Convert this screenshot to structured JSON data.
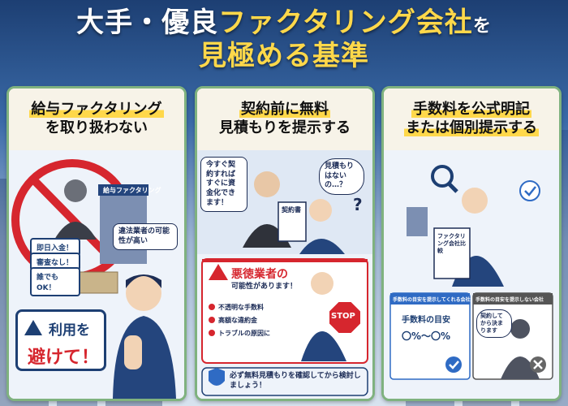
{
  "title": {
    "part1": "大手",
    "sep": "・",
    "part2": "優良",
    "part3": "ファクタリング会社",
    "part4": "を",
    "part5": "見極める基準"
  },
  "panels": [
    {
      "header_line1": "給与ファクタリング",
      "header_line2": "を取り扱わない",
      "building_sign": "給与ファクタリング",
      "illegal_bubble": "違法業者の可能性が高い",
      "checklist": [
        "即日入金！",
        "審査なし！",
        "誰でもOK！"
      ],
      "warning_text_1": "利用を",
      "warning_text_2": "避けて！"
    },
    {
      "header_line1": "契約前に無料",
      "header_line2": "見積もりを提示する",
      "salesman_bubble": "今すぐ契約すればすぐに資金化できます！",
      "customer_bubble": "見積もりはないの…？",
      "contract_label": "契約書",
      "warning_title": "悪徳業者の",
      "warning_sub": "可能性があります！",
      "warning_items": [
        "不透明な手数料",
        "高額な違約金",
        "トラブルの原因に"
      ],
      "stop_sign": "STOP",
      "advice": "必ず無料見積もりを確認してから検討しましょう！"
    },
    {
      "header_line1": "手数料を公式明記",
      "header_line2": "または個別提示する",
      "paper_label": "ファクタリング会社比較",
      "left_card_title": "手数料の目安を提示してくれる会社",
      "left_card_label": "手数料の目安",
      "left_card_formula": "〇%～〇%",
      "right_card_title": "手数料の目安を提示しない会社",
      "right_card_bubble": "契約してから決まります"
    }
  ],
  "colors": {
    "accent": "#ffd84a",
    "navy": "#1d3f73",
    "red": "#d6262e",
    "panel_border": "#7fb27f"
  }
}
